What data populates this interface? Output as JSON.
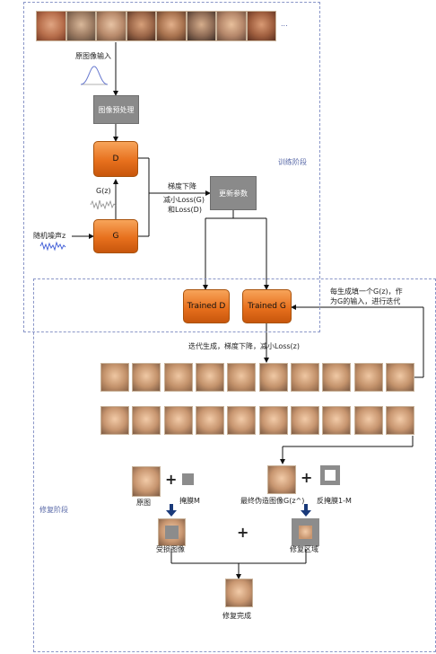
{
  "title_face_strip_ellipsis": "...",
  "labels": {
    "original_input": "原图像输入",
    "preprocess": "图像预处理",
    "d": "D",
    "g": "G",
    "gz": "G(z)",
    "noise": "随机噪声z",
    "gradient_line1": "梯度下降",
    "gradient_line2": "减小Loss(G)",
    "gradient_line3": "和Loss(D)",
    "update_params": "更新参数",
    "train_stage": "训练阶段",
    "trained_d": "Trained D",
    "trained_g": "Trained G",
    "feedback_line1": "每生成填一个G(z)，作",
    "feedback_line2": "为G的输入，进行迭代",
    "iterate": "迭代生成，梯度下降，减小Loss(z)",
    "repair_stage": "修复阶段",
    "orig_image": "原图",
    "mask_m": "掩膜M",
    "final_fake": "最终伪造图像G(z^)",
    "inverse_mask": "反掩膜1-M",
    "damaged": "受损图像",
    "repair_region": "修复区域",
    "done": "修复完成",
    "plus": "+"
  },
  "colors": {
    "region_border": "#8a96c8",
    "orange": "#e7701d",
    "gray_box": "#8a8a8a"
  }
}
